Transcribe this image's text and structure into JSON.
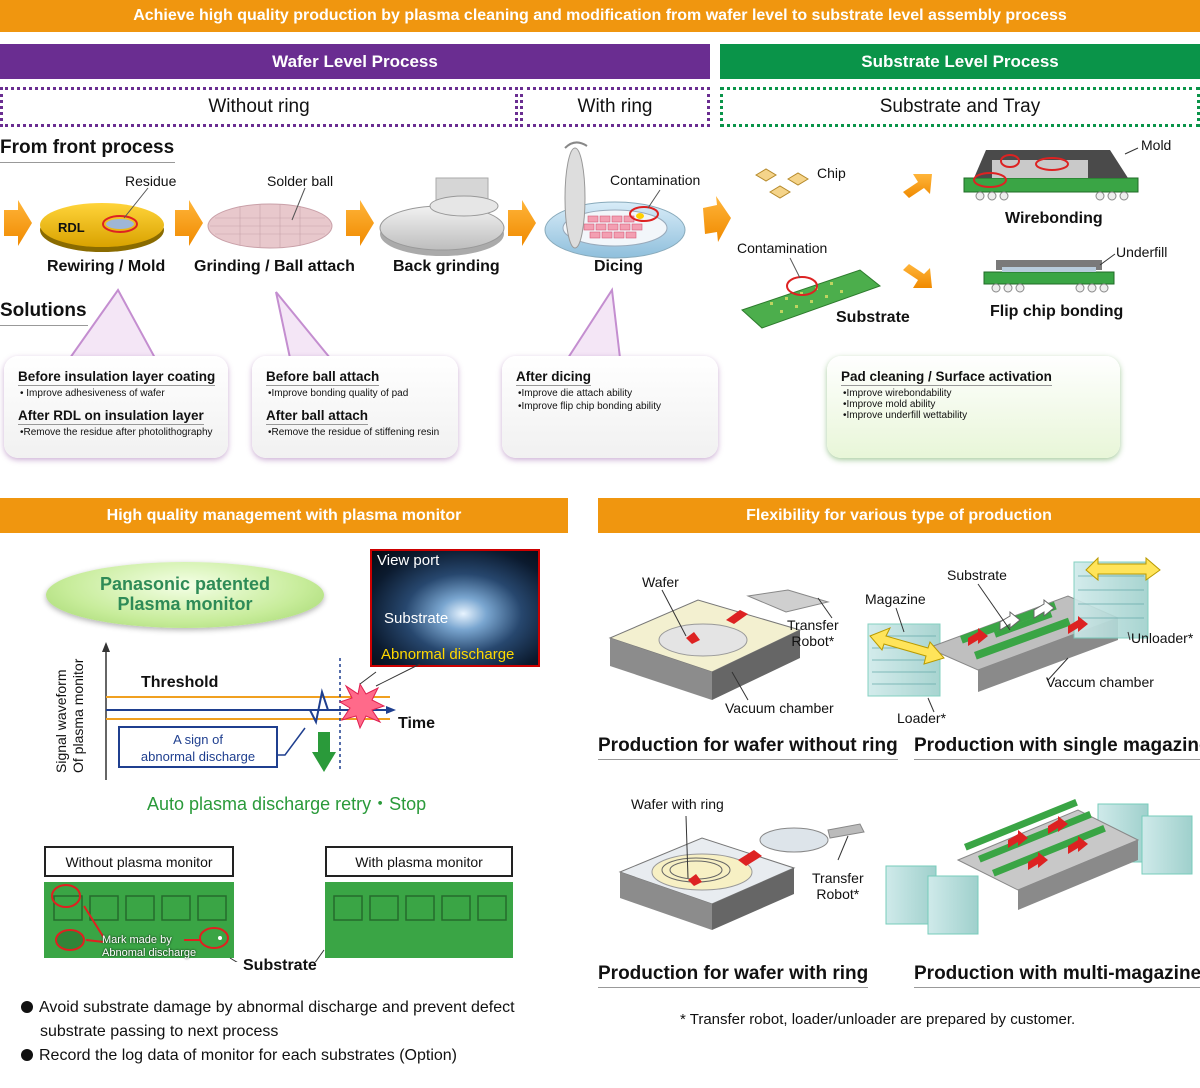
{
  "top_banner": "Achieve high quality production by plasma cleaning and modification from wafer level to substrate level assembly process",
  "wafer_level": "Wafer Level Process",
  "substrate_level": "Substrate Level Process",
  "without_ring": "Without ring",
  "with_ring": "With ring",
  "substrate_and_tray": "Substrate and Tray",
  "from_front_process": "From front process",
  "stages": {
    "residue": "Residue",
    "rdl": "RDL",
    "rewiring": "Rewiring / Mold",
    "solder_ball": "Solder ball",
    "grinding": "Grinding / Ball attach",
    "back_grinding": "Back grinding",
    "contamination": "Contamination",
    "dicing": "Dicing",
    "chip": "Chip",
    "contamination2": "Contamination",
    "substrate": "Substrate",
    "mold": "Mold",
    "wirebonding": "Wirebonding",
    "underfill": "Underfill",
    "flip_chip": "Flip chip bonding"
  },
  "solutions_title": "Solutions",
  "solutions": {
    "s1": {
      "h1": "Before insulation layer coating",
      "p1": "• Improve adhesiveness of wafer",
      "h2": "After RDL on insulation layer",
      "p2": "•Remove the residue after photolithography"
    },
    "s2": {
      "h1": "Before ball attach",
      "p1": "•Improve bonding quality of pad",
      "h2": "After ball attach",
      "p2": "•Remove the residue of stiffening resin"
    },
    "s3": {
      "h1": "After dicing",
      "p1": "•Improve die attach ability",
      "p2": "•Improve flip chip bonding ability"
    },
    "s4": {
      "h1": "Pad cleaning / Surface activation",
      "p1": "•Improve wirebondability",
      "p2": "•Improve mold ability",
      "p3": "•Improve underfill wettability"
    }
  },
  "monitor": {
    "header": "High quality management with plasma monitor",
    "badge_line1": "Panasonic patented",
    "badge_line2": "Plasma monitor",
    "view_port": "View port",
    "vp_substrate": "Substrate",
    "abnormal": "Abnormal discharge",
    "y_axis_1": "Signal waveform",
    "y_axis_2": "Of plasma monitor",
    "threshold": "Threshold",
    "time": "Time",
    "sign_1": "A sign of",
    "sign_2": "abnormal discharge",
    "retry": "Auto plasma discharge retry・Stop",
    "without": "Without plasma monitor",
    "with": "With plasma monitor",
    "mark_1": "Mark made by",
    "mark_2": "Abnomal discharge",
    "substrate": "Substrate",
    "bullet1a": "Avoid substrate damage by abnormal discharge and prevent defect",
    "bullet1b": "substrate passing to next process",
    "bullet2": "Record the log data of monitor for each substrates (Option)"
  },
  "flex": {
    "header": "Flexibility for various type of production",
    "wafer": "Wafer",
    "transfer_robot_1": "Transfer",
    "transfer_robot_2": "Robot*",
    "vacuum_chamber": "Vacuum chamber",
    "cap1": "Production for wafer without ring",
    "magazine": "Magazine",
    "substrate": "Substrate",
    "unloader": "Unloader*",
    "vaccum_chamber": "Vaccum chamber",
    "loader": "Loader*",
    "cap2": "Production with single magazine",
    "wafer_with_ring": "Wafer with ring",
    "transfer_robot_b1": "Transfer",
    "transfer_robot_b2": "Robot*",
    "cap3": "Production for wafer with ring",
    "cap4": "Production with multi-magazines",
    "footnote": "* Transfer robot, loader/unloader are prepared by customer."
  },
  "colors": {
    "orange": "#f0960f",
    "purple": "#6a2d91",
    "green": "#0a9449",
    "pcb_green": "#3aa545"
  }
}
